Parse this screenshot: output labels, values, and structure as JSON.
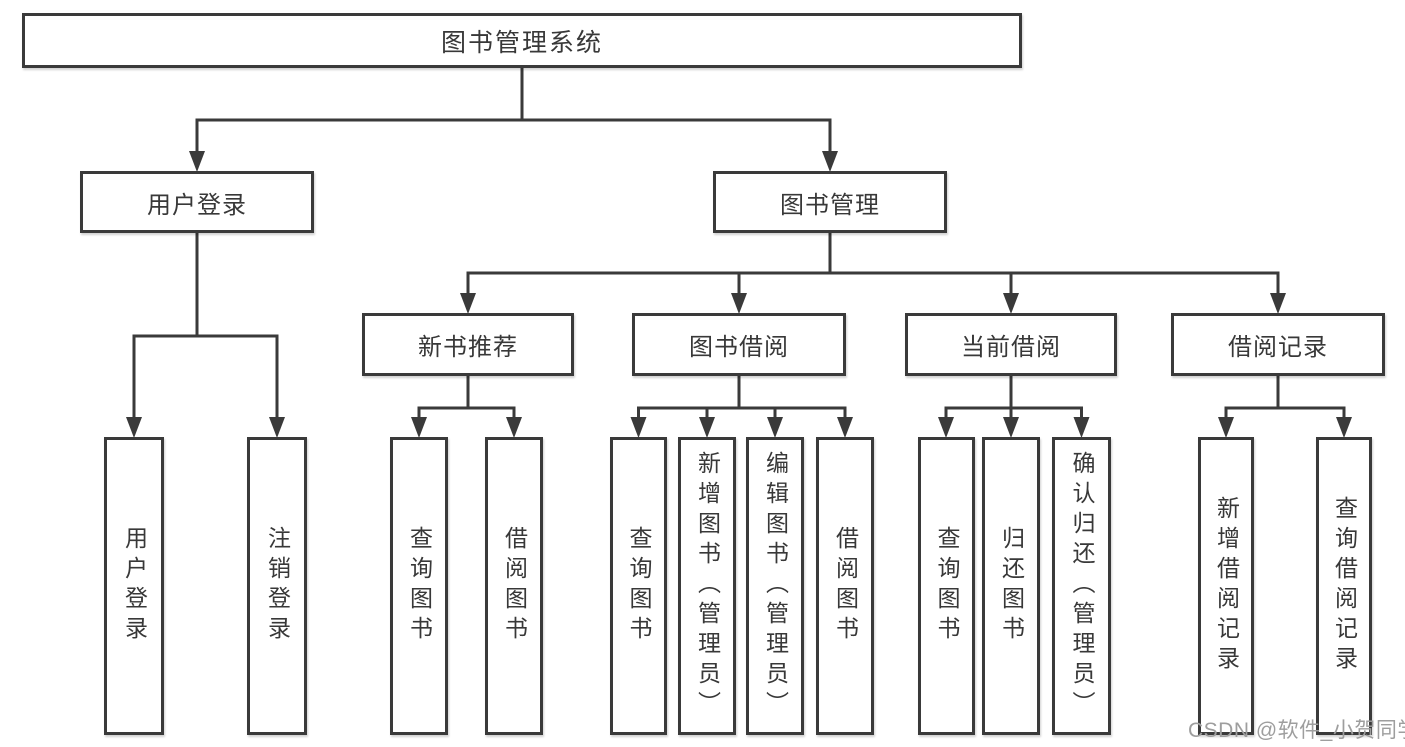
{
  "colors": {
    "line": "#3a3a3a",
    "text": "#383838",
    "watermark": "#9e9e9e",
    "background": "#ffffff"
  },
  "nodes": {
    "root": "图书管理系统",
    "user_login": "用户登录",
    "book_management": "图书管理",
    "new_book_recommend": "新书推荐",
    "book_borrowing": "图书借阅",
    "current_borrowing": "当前借阅",
    "borrowing_records": "借阅记录",
    "leaf_user_login": "用户登录",
    "leaf_logout_login": "注销登录",
    "leaf_search_book_newrec": "查询图书",
    "leaf_borrow_book_newrec": "借阅图书",
    "leaf_search_book_borrowing": "查询图书",
    "leaf_add_book_admin": "新增图书（管理员）",
    "leaf_edit_book_admin": "编辑图书（管理员）",
    "leaf_borrow_book_borrowing": "借阅图书",
    "leaf_search_book_current": "查询图书",
    "leaf_return_book": "归还图书",
    "leaf_confirm_return_admin": "确认归还（管理员）",
    "leaf_add_borrow_record": "新增借阅记录",
    "leaf_search_borrow_record": "查询借阅记录"
  },
  "structure": {
    "图书管理系统": [
      "用户登录",
      "图书管理"
    ],
    "用户登录": [
      "用户登录",
      "注销登录"
    ],
    "图书管理": [
      "新书推荐",
      "图书借阅",
      "当前借阅",
      "借阅记录"
    ],
    "新书推荐": [
      "查询图书",
      "借阅图书"
    ],
    "图书借阅": [
      "查询图书",
      "新增图书（管理员）",
      "编辑图书（管理员）",
      "借阅图书"
    ],
    "当前借阅": [
      "查询图书",
      "归还图书",
      "确认归还（管理员）"
    ],
    "借阅记录": [
      "新增借阅记录",
      "查询借阅记录"
    ]
  },
  "watermark": "CSDN @软件_小贺同学"
}
